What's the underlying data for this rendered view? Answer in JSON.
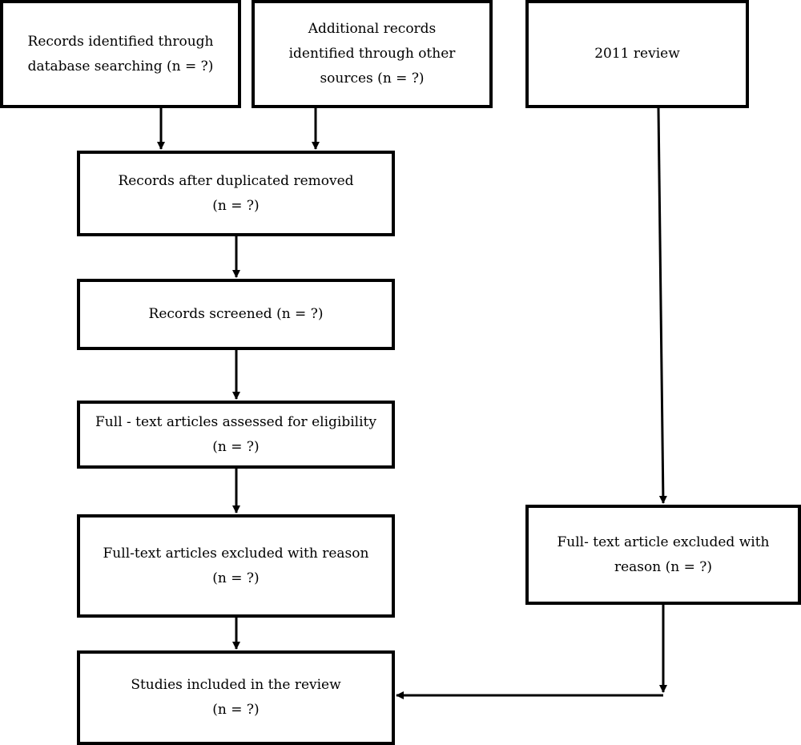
{
  "boxes": {
    "db_search": {
      "line1": "Records identified through",
      "line2": "database searching (n = ?)"
    },
    "other_sources": {
      "line1": "Additional records",
      "line2": "identified through other",
      "line3": "sources (n = ?)"
    },
    "review_2011": {
      "line1": "2011 review"
    },
    "duplicates_removed": {
      "line1": "Records after duplicated removed",
      "line2": "(n = ?)"
    },
    "screened": {
      "line1": "Records screened (n = ?)"
    },
    "full_text_assessed": {
      "line1": "Full - text articles assessed for eligibility",
      "line2": "(n = ?)"
    },
    "full_text_excluded": {
      "line1": "Full-text articles excluded with reason",
      "line2": "(n = ?)"
    },
    "included": {
      "line1": "Studies included in the review",
      "line2": "(n = ?)"
    },
    "review_excluded": {
      "line1": "Full- text article excluded with",
      "line2": "reason (n = ?)"
    }
  }
}
